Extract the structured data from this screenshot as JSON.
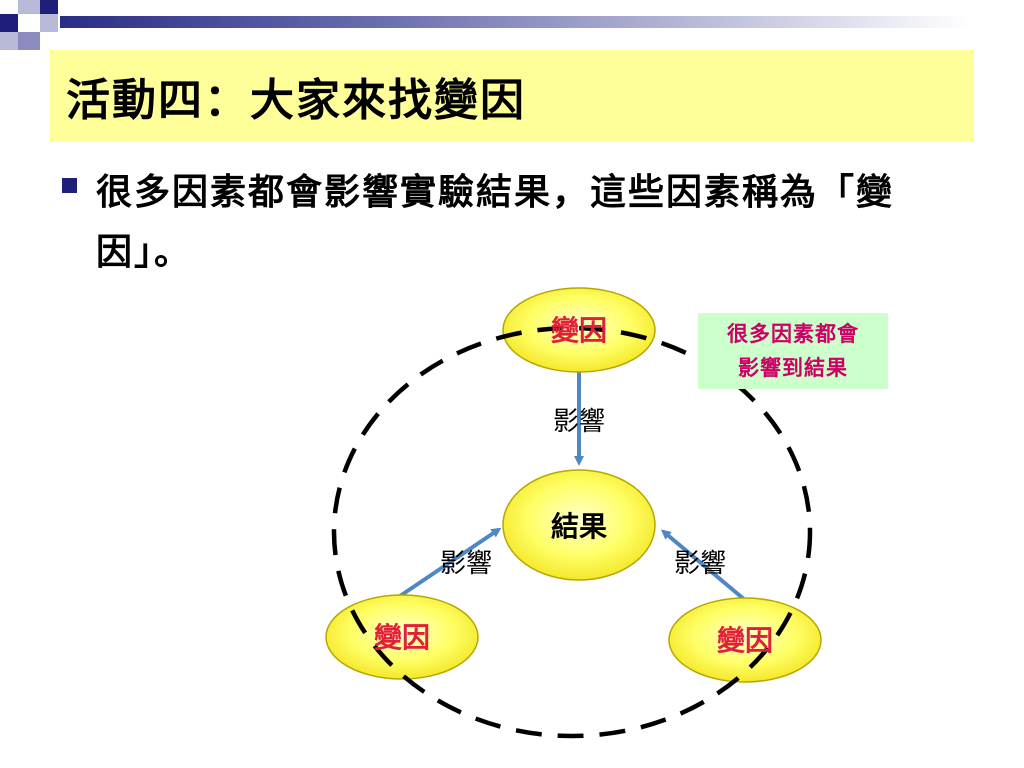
{
  "slide": {
    "title": "活動四：大家來找變因",
    "bullet": "很多因素都會影響實驗結果，這些因素稱為「變因」。"
  },
  "diagram": {
    "nodes": {
      "top": "變因",
      "center": "結果",
      "left": "變因",
      "right": "變因"
    },
    "edge_labels": {
      "top": "影響",
      "left": "影響",
      "right": "影響"
    },
    "callout_lines": [
      "很多因素都會",
      "影響到結果"
    ]
  },
  "colors": {
    "title_bg": "#ffff99",
    "bullet": "#1f1f7a",
    "node_fill": "#ffff33",
    "cause_text": "#e0203a",
    "result_text": "#000000",
    "arrow": "#4f86c6",
    "callout_bg": "#ccffcc",
    "callout_text": "#cc0066",
    "dashed_circle": "#000000"
  }
}
